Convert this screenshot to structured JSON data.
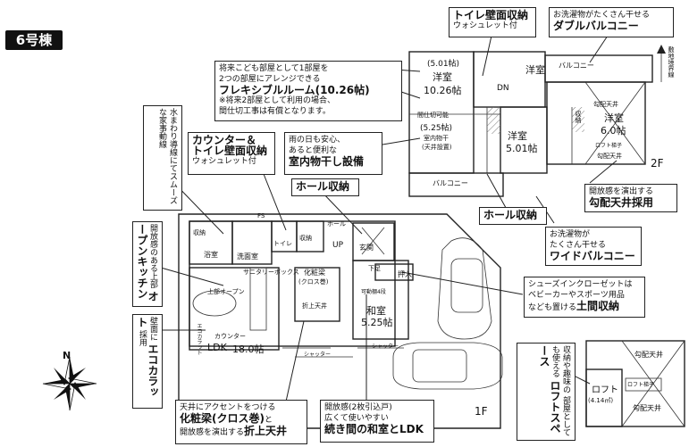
{
  "badge": "6号棟",
  "floor_labels": {
    "first": "1F",
    "second": "2F"
  },
  "compass": {
    "north": "N"
  },
  "callouts": {
    "toilet_storage": {
      "title": "トイレ壁面収納",
      "sub": "ウォシュレット付"
    },
    "double_balcony": {
      "line1": "お洗濯物がたくさん干せる",
      "title": "ダブルバルコニー"
    },
    "flexible_room": {
      "line1": "将来こども部屋として1部屋を",
      "line2": "2つの部屋にアレンジできる",
      "title": "フレキシブルルーム(10.26帖)",
      "note1": "※将来2部屋として利用の場合、",
      "note2": "間仕切工事は有償となります。"
    },
    "water_route": {
      "text": "水まわり導線にてスムーズな家事動線"
    },
    "counter_toilet": {
      "title1": "カウンター＆",
      "title2": "トイレ壁面収納",
      "sub": "ウォシュレット付"
    },
    "indoor_drying": {
      "line1": "雨の日も安心、",
      "line2": "あると便利な",
      "title": "室内物干し設備"
    },
    "hall_storage_1f": {
      "title": "ホール収納"
    },
    "hall_storage_2f": {
      "title": "ホール収納"
    },
    "slope_ceiling": {
      "line1": "開放感を演出する",
      "title": "勾配天井採用"
    },
    "wide_balcony": {
      "line1": "お洗濯物が",
      "line2": "たくさん干せる",
      "title": "ワイドバルコニー"
    },
    "open_kitchen": {
      "line1": "開放感のある上部",
      "title": "オープンキッチン"
    },
    "shoes_closet": {
      "line1": "シューズインクローゼットは",
      "line2": "ベビーカーやスポーツ用品",
      "line3": "なども置ける",
      "title": "土間収納"
    },
    "eco_carat": {
      "line1": "壁面に",
      "title": "エコカラット",
      "sub": "採用"
    },
    "beam_ceiling": {
      "line1": "天井にアクセントをつける",
      "title1": "化粧梁(クロス巻)",
      "line2": "と",
      "line3": "開放感を演出する",
      "title2": "折上天井"
    },
    "washitsu_ldk": {
      "line1": "開放感(2枚引込戸)",
      "line2": "広くて使いやすい",
      "title": "続き間の和室とLDK"
    },
    "loft": {
      "line1": "収納や趣味の",
      "line2": "部屋としても使える",
      "title": "ロフトスペース"
    }
  },
  "rooms_2f": {
    "western1": {
      "name": "洋室",
      "size": "10.26帖",
      "top": "(5.01帖)"
    },
    "flex_note": {
      "line1": "間仕切可能",
      "size": "(5.25帖)",
      "line2": "室内物干",
      "line3": "(天井設置)"
    },
    "western2": {
      "name": "洋室",
      "size": "5.01帖"
    },
    "western3": {
      "name": "洋室",
      "size": "6.0帖",
      "top": "勾配天井"
    },
    "balcony1": "バルコニー",
    "balcony2": "バルコニー",
    "closet": "収納",
    "dn": "DN",
    "slope_ceiling_label": "勾配天井",
    "loft_ladder": "ロフト梯子"
  },
  "rooms_1f": {
    "ldk": {
      "name": "LDK",
      "size": "18.0帖"
    },
    "washitsu": {
      "name": "和室",
      "size": "5.25帖"
    },
    "bath": "浴室",
    "wash": "洗面室",
    "toilet": "トイレ",
    "storage": "収納",
    "closet": "押入",
    "entrance": "玄関",
    "up": "UP",
    "beam": "化粧梁",
    "beam_sub": "(クロス巻)",
    "sanitary": "サニタリーボックス",
    "upper_open": "上部オープン",
    "ceiling": "折上天井",
    "counter": "カウンター",
    "shutter": "シャッター",
    "shutter2": "シャッター",
    "fs": "FS",
    "tokonoma": "可動棚4段",
    "hall": "ホール",
    "shoes": "下足",
    "eco": "エコカラット"
  },
  "loft": {
    "name": "ロフト",
    "size": "(4.14㎡)",
    "slope1": "勾配天井",
    "slope2": "勾配天井",
    "ladder": "ロフト梯子"
  },
  "side_label": "敷地境界線"
}
